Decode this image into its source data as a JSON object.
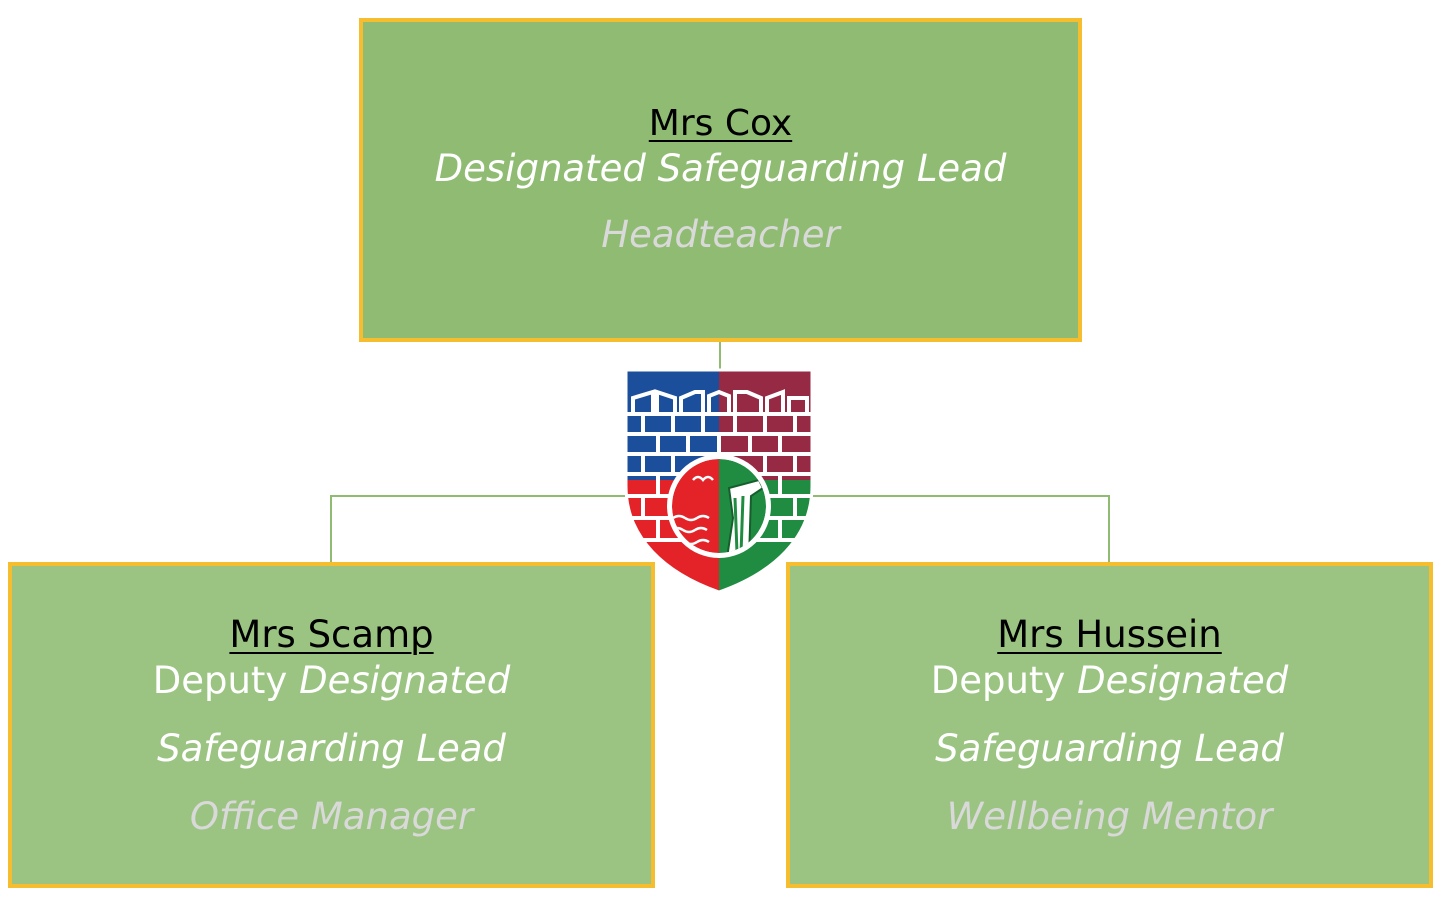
{
  "top": {
    "name": "Mrs Cox",
    "role": "Designated Safeguarding Lead",
    "job": "Headteacher"
  },
  "left": {
    "name": "Mrs Scamp",
    "role_plain": "Deputy",
    "role_italic": "Designated",
    "role_line2": "Safeguarding Lead",
    "job": "Office Manager"
  },
  "right": {
    "name": "Mrs Hussein",
    "role_plain": "Deputy",
    "role_italic": "Designated",
    "role_line2": "Safeguarding Lead",
    "job": "Wellbeing Mentor"
  },
  "colors": {
    "box_top": "#8fbc72",
    "box_sub": "#9bc482",
    "border": "#f6bd2f",
    "crest_blue": "#1b4f9c",
    "crest_maroon": "#962a44",
    "crest_red": "#e42329",
    "crest_green": "#1f8c42"
  }
}
